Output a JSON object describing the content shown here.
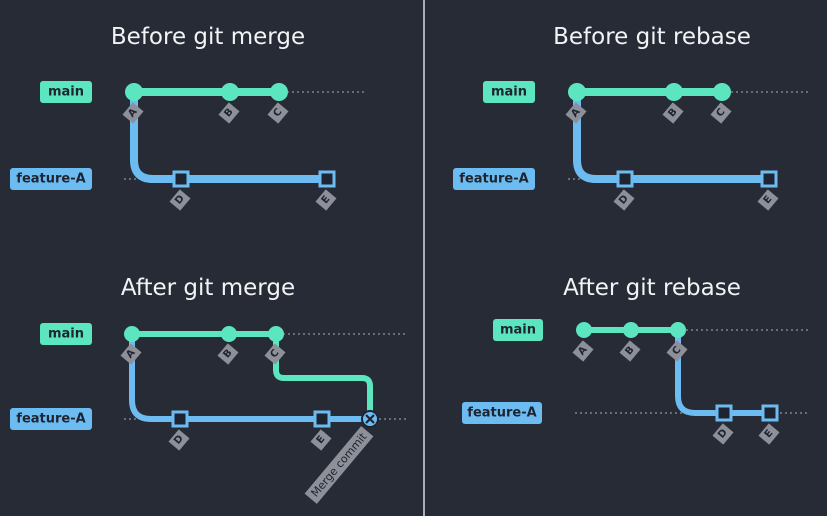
{
  "colors": {
    "background": "#262b36",
    "main_branch": "#5ce6bf",
    "feature_branch": "#6cbcf2",
    "tag": "#8d9099",
    "divider": "#d6d9de"
  },
  "branches": {
    "main": "main",
    "feature": "feature-A"
  },
  "panels": {
    "before_merge": {
      "title": "Before git merge"
    },
    "before_rebase": {
      "title": "Before git rebase"
    },
    "after_merge": {
      "title": "After git merge",
      "merge_commit_label": "Merge commit"
    },
    "after_rebase": {
      "title": "After git rebase"
    }
  },
  "commits": {
    "a": "A",
    "b": "B",
    "c": "C",
    "d": "D",
    "e": "E"
  }
}
